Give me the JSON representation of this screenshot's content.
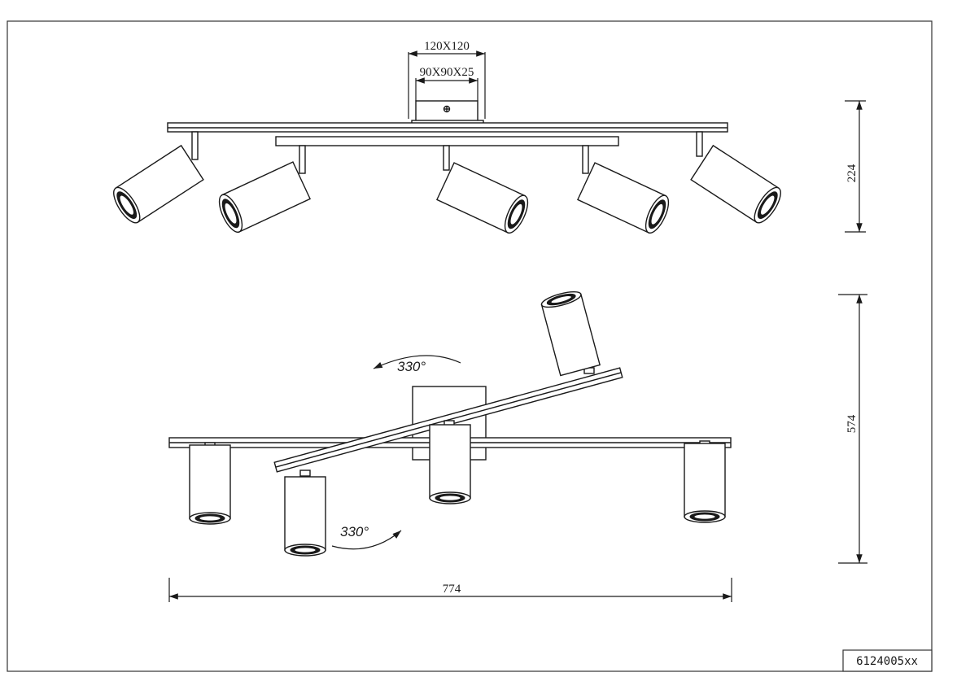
{
  "dimensions": {
    "base_outer": "120X120",
    "base_inner": "90X90X25",
    "height": "224",
    "depth": "574",
    "width": "774"
  },
  "rotations": {
    "top_angle": "330°",
    "bottom_angle": "330°"
  },
  "product_code": "6124005xx"
}
